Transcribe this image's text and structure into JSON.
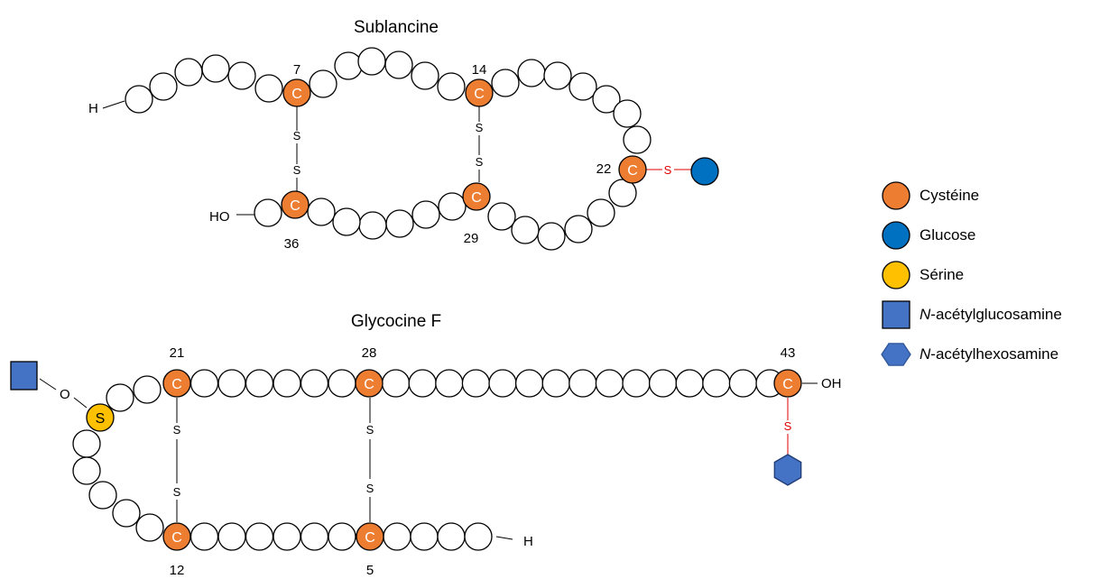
{
  "colors": {
    "cysteine": "#ED7D31",
    "glucose": "#0070C0",
    "serine": "#FFC000",
    "hexnac": "#4472C4",
    "bond_red": "#E00000"
  },
  "sublancine": {
    "title": "Sublancine",
    "n_term": "H",
    "c_term": "HO",
    "cys_letter": "C",
    "sulfur": "S",
    "positions": [
      "7",
      "14",
      "22",
      "29",
      "36"
    ]
  },
  "glycocine": {
    "title": "Glycocine F",
    "n_term": "H",
    "c_term": "OH",
    "cys_letter": "C",
    "ser_letter": "S",
    "sulfur": "S",
    "oxygen": "O",
    "positions": [
      "21",
      "28",
      "43",
      "12",
      "5"
    ]
  },
  "legend": [
    {
      "shape": "circle",
      "color_key": "cysteine",
      "prefix": "",
      "label": "Cystéine"
    },
    {
      "shape": "circle",
      "color_key": "glucose",
      "prefix": "",
      "label": "Glucose"
    },
    {
      "shape": "circle",
      "color_key": "serine",
      "prefix": "",
      "label": "Sérine"
    },
    {
      "shape": "square",
      "color_key": "hexnac",
      "prefix": "N",
      "label": "-acétylglucosamine"
    },
    {
      "shape": "hexagon",
      "color_key": "hexnac",
      "prefix": "N",
      "label": "-acétylhexosamine"
    }
  ]
}
